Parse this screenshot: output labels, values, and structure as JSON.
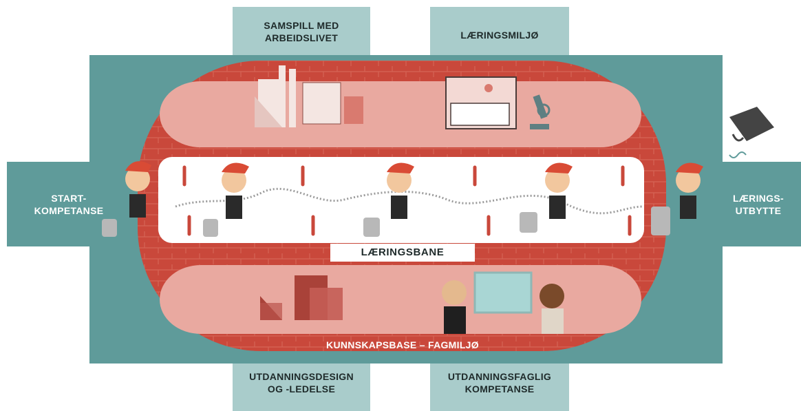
{
  "labels": {
    "samspill": "SAMSPILL MED\nARBEIDSLIVET",
    "laeringsmiljo": "LÆRINGSMILJØ",
    "startkompetanse": "START-\nKOMPETANSE",
    "laeringsutbytte": "LÆRINGS-\nUTBYTTE",
    "laeringsbane": "LÆRINGSBANE",
    "kunnskapsbase": "KUNNSKAPSBASE – FAGMILJØ",
    "utdanningsdesign": "UTDANNINGSDESIGN\nOG -LEDELSE",
    "utdanningsfaglig": "UTDANNINGSFAGLIG\nKOMPETANSE"
  },
  "colors": {
    "teal_dark": "#5f9b9a",
    "teal_light": "#a9cccb",
    "brick_red": "#c9483b",
    "pink_inner": "#e9a9a0",
    "track_white": "#ffffff"
  }
}
